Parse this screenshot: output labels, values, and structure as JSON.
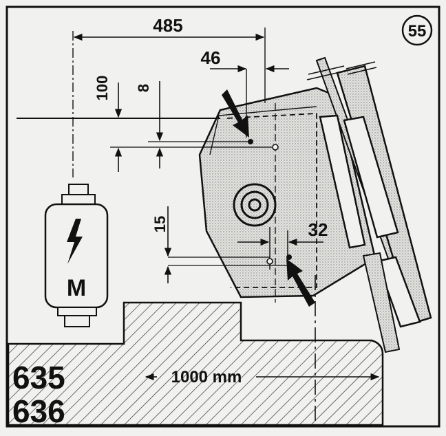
{
  "figure": {
    "figure_number": "55",
    "motor_label": "M",
    "model_numbers": [
      "635",
      "636"
    ]
  },
  "dimensions": {
    "horizontal_offset": "485",
    "horizontal_shift": "46",
    "vertical_offset": "100",
    "vertical_shift": "8",
    "lower_vertical": "15",
    "lower_horizontal": "32",
    "floor_span": "1000 mm"
  },
  "colors": {
    "ink": "#111111",
    "paper": "#f1f1ef",
    "shade": "#c8c8c4"
  }
}
